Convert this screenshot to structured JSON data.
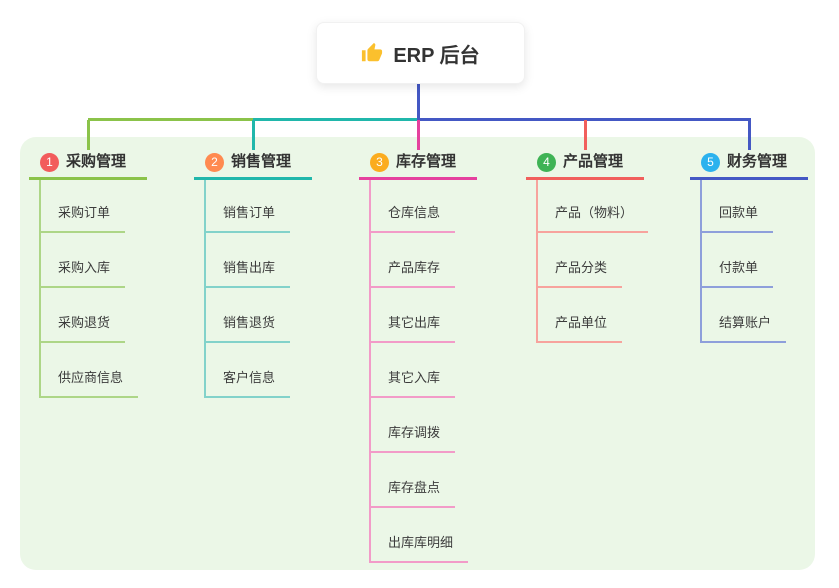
{
  "root": {
    "title": "ERP 后台",
    "icon": "thumbs-up-icon"
  },
  "canvas": {
    "background": "#ffffff",
    "panel_background": "#EBF7E7"
  },
  "trunk_color": "#4458C4",
  "branches": [
    {
      "badge": "1",
      "label": "采购管理",
      "badge_color": "#F25C5C",
      "line_color": "#8BC34A",
      "child_line_color": "#ADD687",
      "children": [
        "采购订单",
        "采购入库",
        "采购退货",
        "供应商信息"
      ]
    },
    {
      "badge": "2",
      "label": "销售管理",
      "badge_color": "#FF8A50",
      "line_color": "#20B7AB",
      "child_line_color": "#82D2CA",
      "children": [
        "销售订单",
        "销售出库",
        "销售退货",
        "客户信息"
      ]
    },
    {
      "badge": "3",
      "label": "库存管理",
      "badge_color": "#FBAC1F",
      "line_color": "#E5419E",
      "child_line_color": "#F29BC8",
      "children": [
        "仓库信息",
        "产品库存",
        "其它出库",
        "其它入库",
        "库存调拨",
        "库存盘点",
        "出库库明细"
      ]
    },
    {
      "badge": "4",
      "label": "产品管理",
      "badge_color": "#3FB355",
      "line_color": "#F15F5C",
      "child_line_color": "#F7A39D",
      "children": [
        "产品（物料）",
        "产品分类",
        "产品单位"
      ]
    },
    {
      "badge": "5",
      "label": "财务管理",
      "badge_color": "#2BB2EE",
      "line_color": "#4458C4",
      "child_line_color": "#8E9FDB",
      "children": [
        "回款单",
        "付款单",
        "结算账户"
      ]
    }
  ]
}
